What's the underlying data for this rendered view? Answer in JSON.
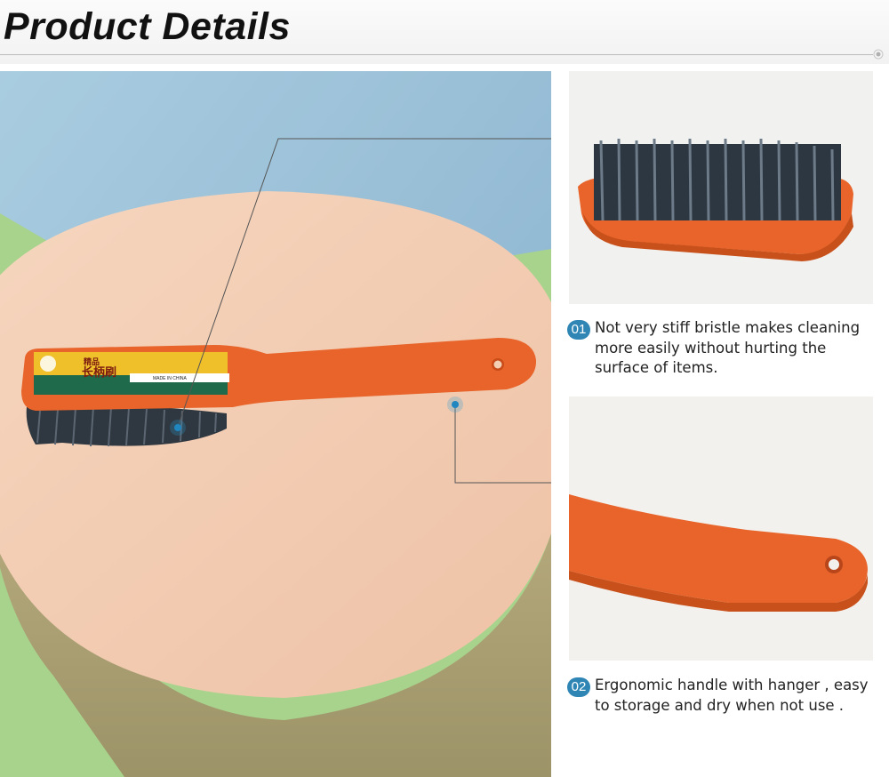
{
  "header": {
    "title": "Product Details"
  },
  "features": [
    {
      "number": "01",
      "text": "Not very stiff bristle makes cleaning more easily without hurting the surface of items."
    },
    {
      "number": "02",
      "text": "Ergonomic handle with hanger , easy to storage and dry when not use ."
    }
  ],
  "product_label": {
    "name_cn_1": "精品",
    "name_cn_2": "长柄刷",
    "made_in": "MADE IN CHINA"
  },
  "colors": {
    "brush_orange": "#e8642a",
    "bristle": "#3a4450",
    "badge_blue": "#2f86b5",
    "pedestal": "#f3cfb4",
    "backdrop_blue": "#9fc1d8",
    "backdrop_green": "#a8d38c"
  }
}
